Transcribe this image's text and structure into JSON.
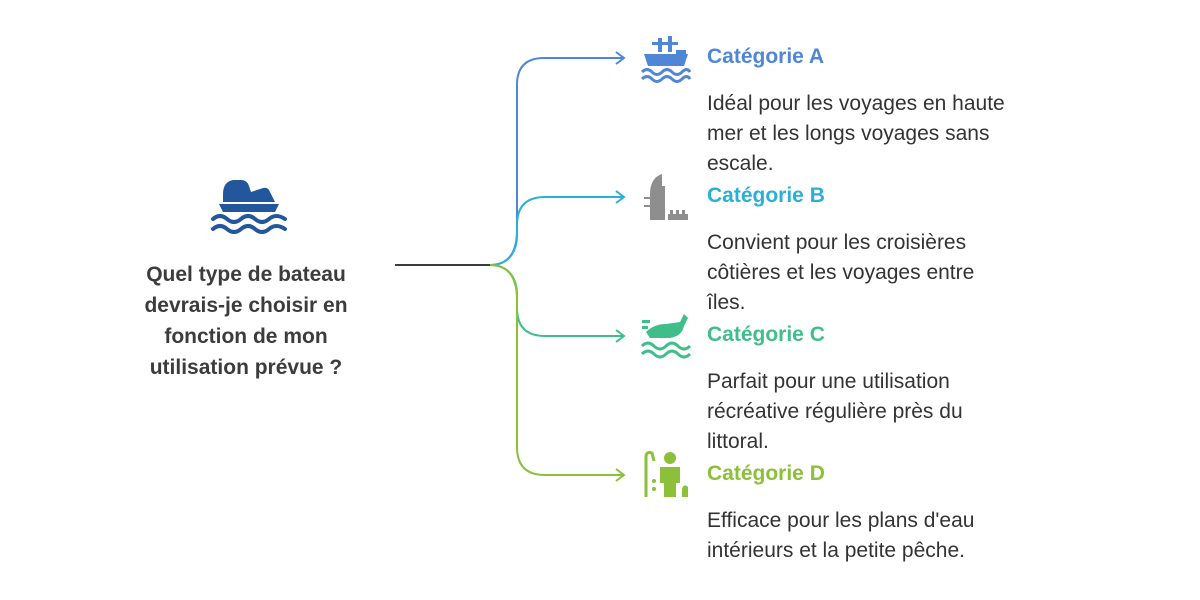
{
  "question": "Quel type de bateau\ndevrais-je choisir en\nfonction de mon\nutilisation prévue ?",
  "root_icon": "jet-ski-waves-icon",
  "branches": [
    {
      "title": "Catégorie A",
      "description": "Idéal pour les voyages en haute\nmer et les longs voyages sans\nescale.",
      "color": "#4f86d6",
      "icon": "cargo-ship-icon"
    },
    {
      "title": "Catégorie B",
      "description": "Convient pour les croisières\ncôtières et les voyages entre\nîles.",
      "color": "#2bafd6",
      "icon": "coastal-tower-icon"
    },
    {
      "title": "Catégorie C",
      "description": "Parfait pour une utilisation\nrécréative régulière près du\nlittoral.",
      "color": "#3fbe8a",
      "icon": "motorboat-waves-icon"
    },
    {
      "title": "Catégorie D",
      "description": "Efficace pour les plans d'eau\nintérieurs et la petite pêche.",
      "color": "#8cbf3a",
      "icon": "fisherman-icon"
    }
  ],
  "colors": {
    "root": "#22579e",
    "trunk": "#3c3c3c",
    "text": "#333333"
  }
}
